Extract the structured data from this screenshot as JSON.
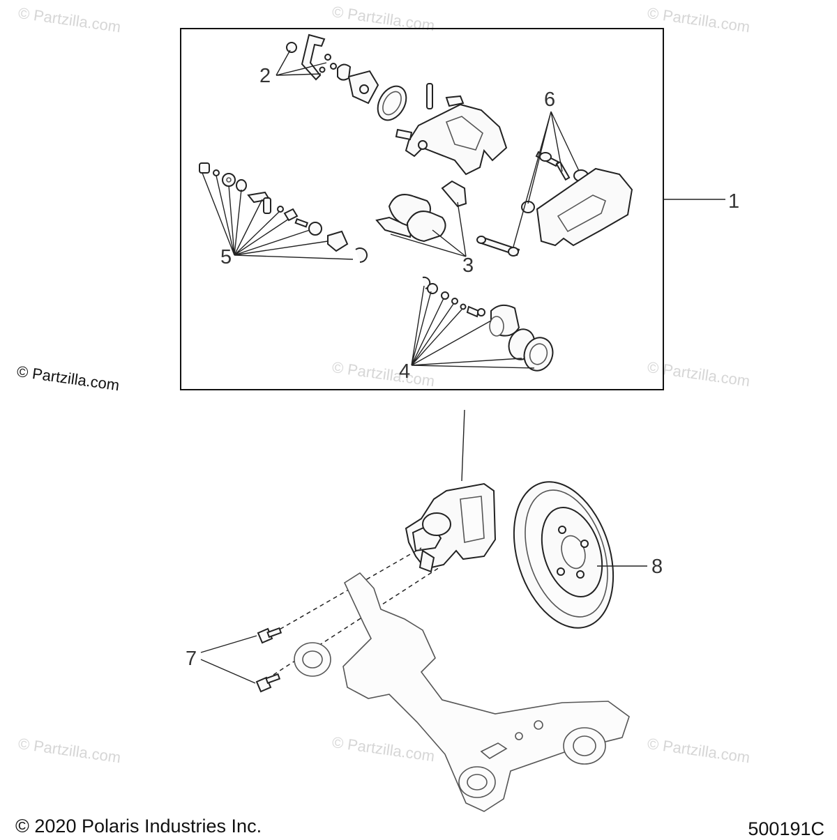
{
  "watermark": "© Partzilla.com",
  "copyright": "© 2020 Polaris Industries Inc.",
  "document_id": "500191C",
  "callouts": [
    "1",
    "2",
    "3",
    "4",
    "5",
    "6",
    "7",
    "8"
  ],
  "icons": {
    "caliper_assembly": "brake-caliper-assembly-icon",
    "brake_disc": "brake-rotor-icon",
    "trailing_arm": "trailing-arm-icon"
  }
}
